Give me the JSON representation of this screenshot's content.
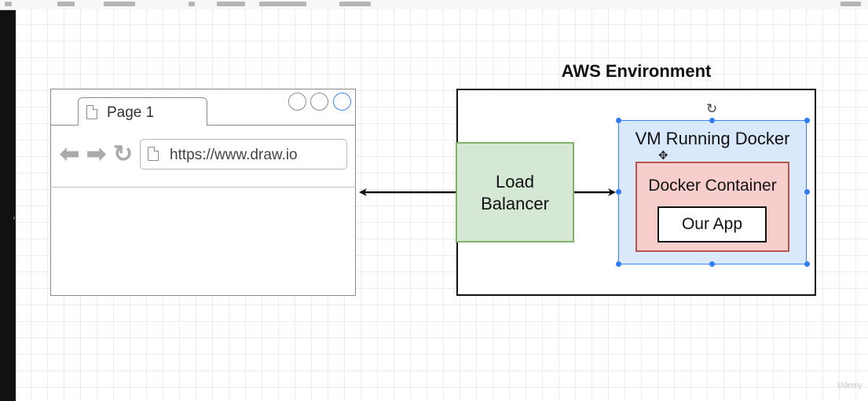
{
  "browser": {
    "tab_label": "Page 1",
    "url": "https://www.draw.io",
    "back_glyph": "⬅",
    "forward_glyph": "➡",
    "reload_glyph": "↻"
  },
  "aws": {
    "title": "AWS Environment"
  },
  "load_balancer": {
    "line1": "Load",
    "line2": "Balancer"
  },
  "vm": {
    "label": "VM Running Docker",
    "rotate_glyph": "↻",
    "move_glyph": "✥"
  },
  "container": {
    "label": "Docker Container"
  },
  "app": {
    "label": "Our App"
  },
  "watermark": "Udemy",
  "colors": {
    "lb_fill": "#d5e8d4",
    "lb_stroke": "#82b366",
    "vm_fill": "#dae8fc",
    "vm_stroke": "#6c8ebf",
    "selection": "#2f7cf6",
    "container_fill": "#f8cecc",
    "container_stroke": "#b85450"
  }
}
